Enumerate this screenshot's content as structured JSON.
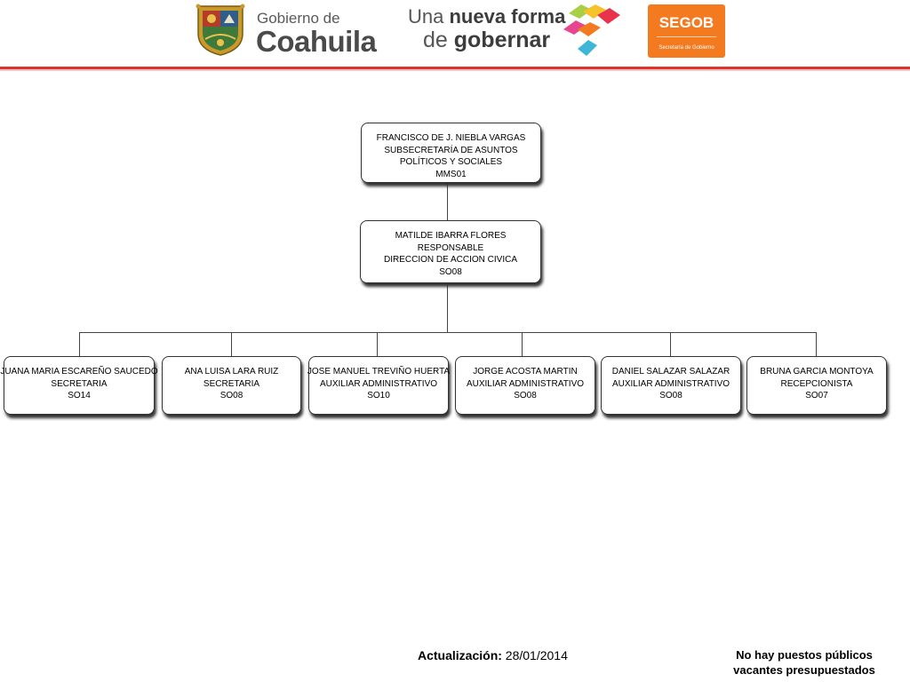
{
  "header": {
    "gov_prefix": "Gobierno de",
    "gov_name": "Coahuila",
    "tagline_line1_light": "Una",
    "tagline_line1_bold": "nueva forma",
    "tagline_line2_light": "de",
    "tagline_line2_bold": "gobernar",
    "segob_name": "SEGOB",
    "segob_subtitle": "Secretaría de Gobierno",
    "accent_color": "#e0312b",
    "segob_color": "#f47a20"
  },
  "org": {
    "top": {
      "line1": "FRANCISCO DE J. NIEBLA VARGAS",
      "line2": "SUBSECRETARÍA DE ASUNTOS",
      "line3": "POLÍTICOS Y SOCIALES",
      "line4": "MMS01"
    },
    "middle": {
      "line1": "MATILDE IBARRA FLORES",
      "line2": "RESPONSABLE",
      "line3": "DIRECCION DE ACCION CIVICA",
      "line4": "SO08"
    },
    "staff": [
      {
        "name": "JUANA MARIA ESCAREÑO SAUCEDO",
        "role": "SECRETARIA",
        "code": "SO14"
      },
      {
        "name": "ANA LUISA LARA RUIZ",
        "role": "SECRETARIA",
        "code": "SO08"
      },
      {
        "name": "JOSE MANUEL TREVIÑO HUERTA",
        "role": "AUXILIAR ADMINISTRATIVO",
        "code": "SO10"
      },
      {
        "name": "JORGE ACOSTA MARTIN",
        "role": "AUXILIAR ADMINISTRATIVO",
        "code": "SO08"
      },
      {
        "name": "DANIEL SALAZAR SALAZAR",
        "role": "AUXILIAR ADMINISTRATIVO",
        "code": "SO08"
      },
      {
        "name": "BRUNA GARCIA MONTOYA",
        "role": "RECEPCIONISTA",
        "code": "SO07"
      }
    ]
  },
  "footer": {
    "update_label": "Actualización:",
    "update_date": "28/01/2014",
    "note_line1": "No hay puestos públicos",
    "note_line2": "vacantes presupuestados"
  }
}
